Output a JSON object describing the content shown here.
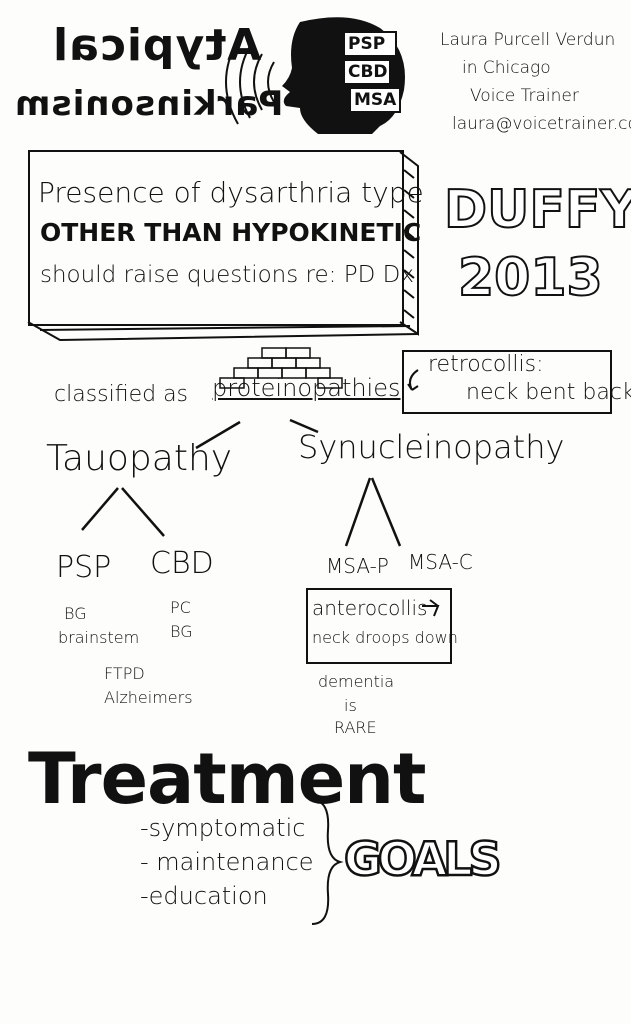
{
  "title": {
    "line1": "Atypical",
    "line2": "Parkinsonism"
  },
  "head_labels": [
    "PSP",
    "CBD",
    "MSA"
  ],
  "author": {
    "name": "Laura Purcell Verdun",
    "location": "in Chicago",
    "role": "Voice Trainer",
    "email": "laura@voicetrainer.com"
  },
  "banner": {
    "line1": "Presence of dysarthria type",
    "line2": "OTHER THAN HYPOKINETIC",
    "line3": "should raise questions re: PD Dx"
  },
  "source": {
    "name": "DUFFY",
    "year": "2013"
  },
  "retrocollis": {
    "term": "retrocollis:",
    "desc": "neck bent back"
  },
  "classification": {
    "prefix": "classified as",
    "term": "proteinopathies"
  },
  "tauopathy": {
    "label": "Tauopathy",
    "psp": {
      "label": "PSP",
      "sites": [
        "BG",
        "brainstem"
      ]
    },
    "cbd": {
      "label": "CBD",
      "sites": [
        "PC",
        "BG"
      ]
    },
    "related": [
      "FTPD",
      "Alzheimers"
    ]
  },
  "synucleinopathy": {
    "label": "Synucleinopathy",
    "msa_p": "MSA-P",
    "msa_c": "MSA-C",
    "anterocollis": {
      "term": "anterocollis",
      "desc": "neck droops down"
    },
    "dementia": [
      "dementia",
      "is",
      "RARE"
    ]
  },
  "treatment": {
    "title": "Treatment",
    "items": [
      "-symptomatic",
      "- maintenance",
      "-education"
    ],
    "goals": "GOALS"
  },
  "colors": {
    "ink": "#111111",
    "paper": "#fdfdfb"
  }
}
